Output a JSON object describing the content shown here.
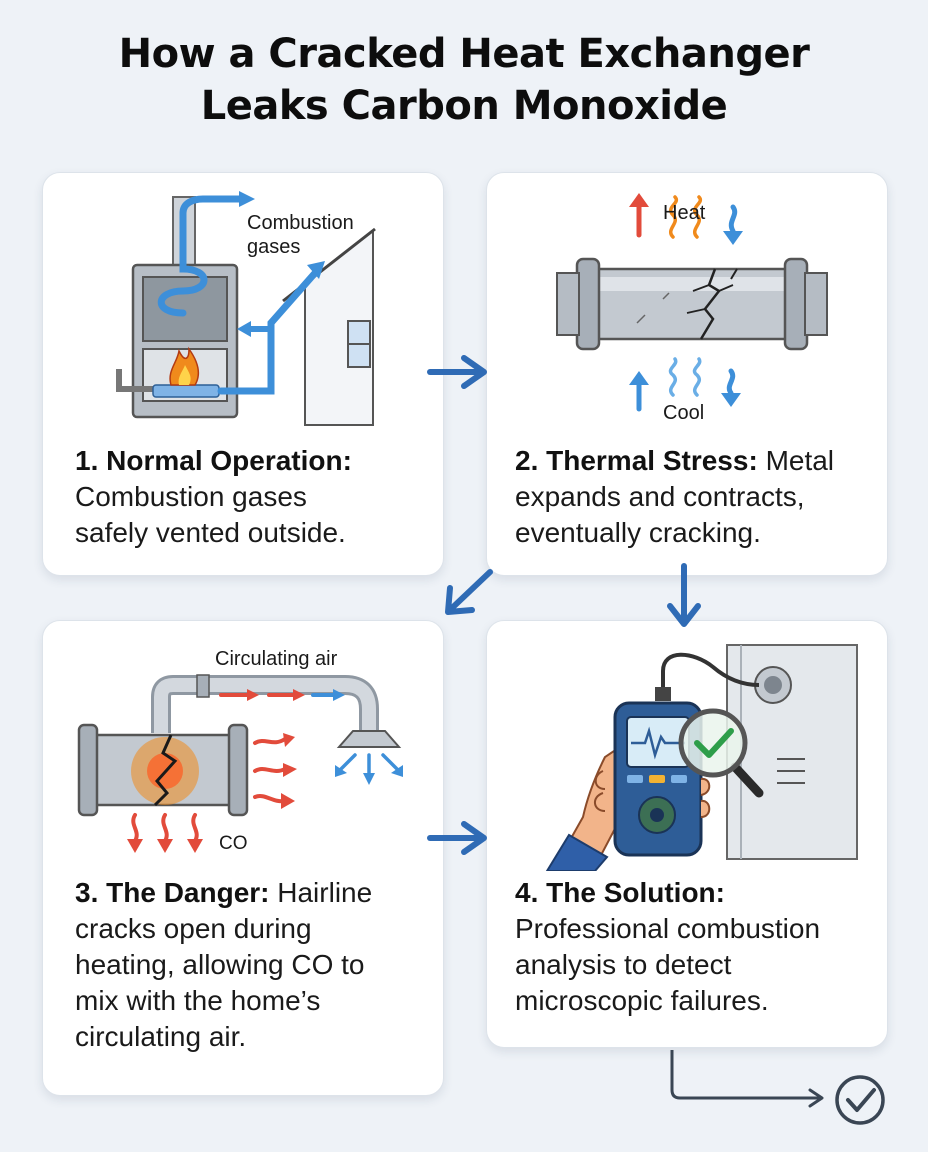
{
  "title_line1": "How a Cracked Heat Exchanger",
  "title_line2": "Leaks Carbon Monoxide",
  "steps": [
    {
      "heading": "1. Normal Operation:",
      "body_lines": [
        "Combustion gases",
        "safely vented outside."
      ],
      "labels": [
        "Combustion",
        "gases"
      ]
    },
    {
      "heading": "2. Thermal Stress:",
      "heading_tail": "Metal",
      "body_lines": [
        "expands and contracts,",
        "eventually cracking."
      ],
      "labels": [
        "Heat",
        "Cool"
      ]
    },
    {
      "heading": "3. The Danger:",
      "heading_tail": "Hairline",
      "body_lines": [
        "cracks open during",
        "heating, allowing CO to",
        "mix with the home’s",
        "circulating air."
      ],
      "labels": [
        "Circulating air",
        "CO"
      ]
    },
    {
      "heading": "4. The Solution:",
      "body_lines": [
        "Professional combustion",
        "analysis to detect",
        "microscopic failures."
      ]
    }
  ],
  "colors": {
    "flow_arrow": "#2f6bb5",
    "hot": "#e24b3b",
    "cool": "#3d8fd9",
    "flame": "#f08a1c",
    "steel": "#9aa3ad",
    "check": "#2e9e4a"
  }
}
